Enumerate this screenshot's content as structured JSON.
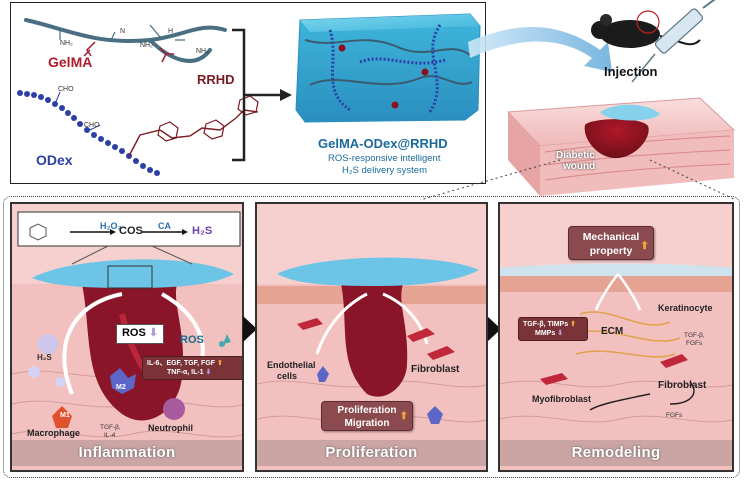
{
  "top_panel": {
    "gelma_label": "GelMA",
    "odex_label": "ODex",
    "rrhd_label": "RRHD",
    "nh2_a": "NH₂",
    "nh2_b": "NH₂",
    "nh2_c": "NH₂",
    "h_label": "H",
    "n_label": "N",
    "cho_a": "CHO",
    "cho_b": "CHO",
    "hydrogel_title": "GelMA-ODex@RRHD",
    "hydrogel_subtitle_1": "ROS-responsive intelligent",
    "hydrogel_subtitle_2": "H₂S delivery system",
    "injection_label": "Injection",
    "wound_label_1": "Diabetic",
    "wound_label_2": "wound"
  },
  "inflammation": {
    "h2o2": "H₂O₂",
    "cos": "COS",
    "ca": "CA",
    "h2s_reaction": "H₂S",
    "ros_box": "ROS",
    "ros_label": "ROS",
    "h2s_label": "H₂S",
    "cytokines_up": "IL-6、EGF, TGF, FGF",
    "cytokines_down": "TNF-α, IL-1",
    "m1": "M1",
    "m2": "M2",
    "macrophage": "Macrophage",
    "neutrophil": "Neutrophil",
    "tgf_il4_1": "TGF-β,",
    "tgf_il4_2": "IL-4",
    "title": "Inflammation"
  },
  "proliferation": {
    "endothelial_1": "Endothelial",
    "endothelial_2": "cells",
    "fibroblast": "Fibroblast",
    "badge_1": "Proliferation",
    "badge_2": "Migration",
    "title": "Proliferation"
  },
  "remodeling": {
    "mech_1": "Mechanical",
    "mech_2": "property",
    "tgf_timps": "TGF-β, TIMPs",
    "mmps": "MMPs",
    "ecm": "ECM",
    "keratinocyte": "Keratinocyte",
    "tgf_fgfs_1": "TGF-β,",
    "tgf_fgfs_2": "FGFs",
    "fibroblast": "Fibroblast",
    "myofibroblast": "Myofibroblast",
    "fgfs": "FGFs",
    "title": "Remodeling"
  },
  "colors": {
    "gelma_chain": "#4a6f82",
    "odex_chain": "#2c3fa8",
    "hydrogel": "#3fb6dc",
    "rrhd": "#7a1a22",
    "skin": "#f4c4c4",
    "badge": "#8b4a4e",
    "arrow_up": "#f0a33a",
    "arrow_down": "#b09cdc"
  },
  "icons": [
    "mouse-icon",
    "syringe-icon",
    "up-arrow-icon",
    "down-arrow-icon"
  ]
}
